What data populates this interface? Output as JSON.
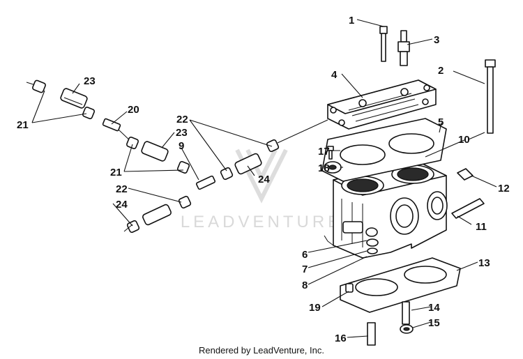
{
  "watermark": "LEADVENTURE",
  "footer": "Rendered by LeadVenture, Inc.",
  "callouts": {
    "c1": "1",
    "c2": "2",
    "c3": "3",
    "c4": "4",
    "c5": "5",
    "c6": "6",
    "c7": "7",
    "c8": "8",
    "c9": "9",
    "c10": "10",
    "c11": "11",
    "c12": "12",
    "c13": "13",
    "c14": "14",
    "c15": "15",
    "c16": "16",
    "c17": "17",
    "c18": "18",
    "c19": "19",
    "c20": "20",
    "c21a": "21",
    "c21b": "21",
    "c22a": "22",
    "c22b": "22",
    "c23a": "23",
    "c23b": "23",
    "c24a": "24",
    "c24b": "24"
  }
}
